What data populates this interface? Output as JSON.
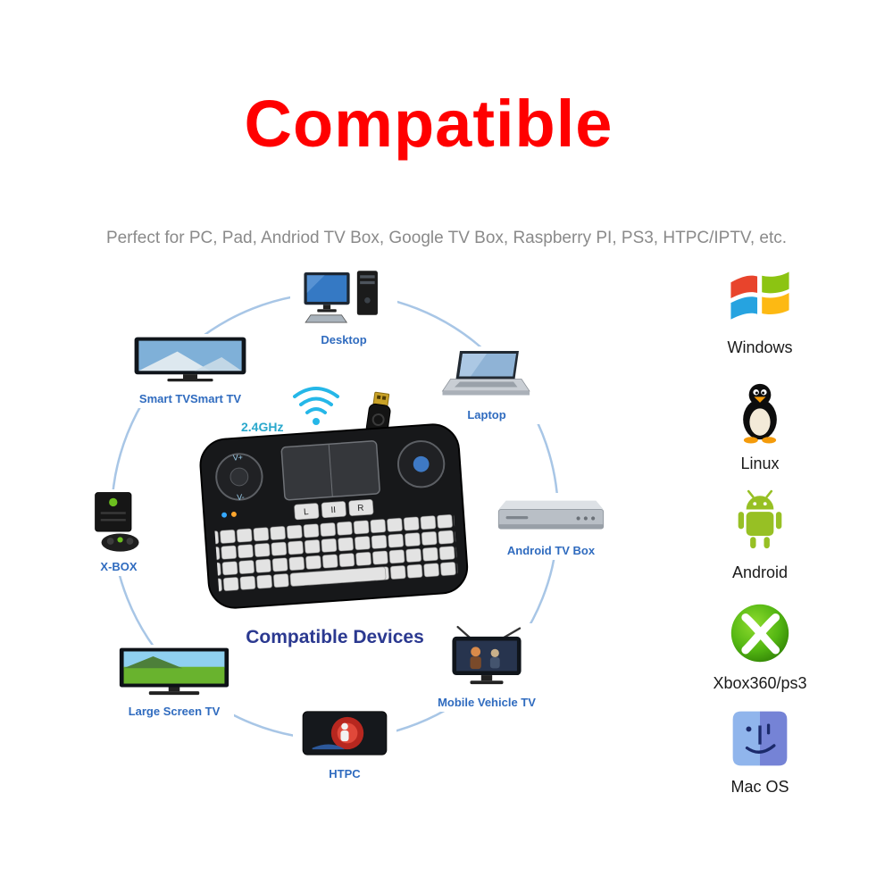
{
  "page": {
    "title": "Compatible",
    "subtitle": "Perfect for PC, Pad, Andriod TV Box, Google TV Box, Raspberry PI, PS3, HTPC/IPTV, etc."
  },
  "diagram": {
    "center_label": "Compatible Devices",
    "frequency_label": "2.4GHz",
    "devices": [
      {
        "label": "Desktop"
      },
      {
        "label": "Laptop"
      },
      {
        "label": "Android TV Box"
      },
      {
        "label": "Mobile Vehicle TV"
      },
      {
        "label": "HTPC"
      },
      {
        "label": "Large Screen TV"
      },
      {
        "label": "X-BOX"
      },
      {
        "label": "Smart TVSmart TV"
      }
    ],
    "keyboard": {
      "mouse_left": "L",
      "mouse_middle": "II",
      "mouse_right": "R",
      "volume_up": "V+",
      "volume_down": "V-"
    }
  },
  "os_list": [
    {
      "label": "Windows"
    },
    {
      "label": "Linux"
    },
    {
      "label": "Android"
    },
    {
      "label": "Xbox360/ps3"
    },
    {
      "label": "Mac OS"
    }
  ],
  "colors": {
    "title": "#ff0000",
    "subtitle": "#8a8a8a",
    "device_label": "#2f6bbf",
    "center_label": "#2b3990",
    "frequency": "#2aa8cc",
    "ring": "#a8c6e6",
    "android_green": "#97c024",
    "xbox_green": "#52b512"
  }
}
